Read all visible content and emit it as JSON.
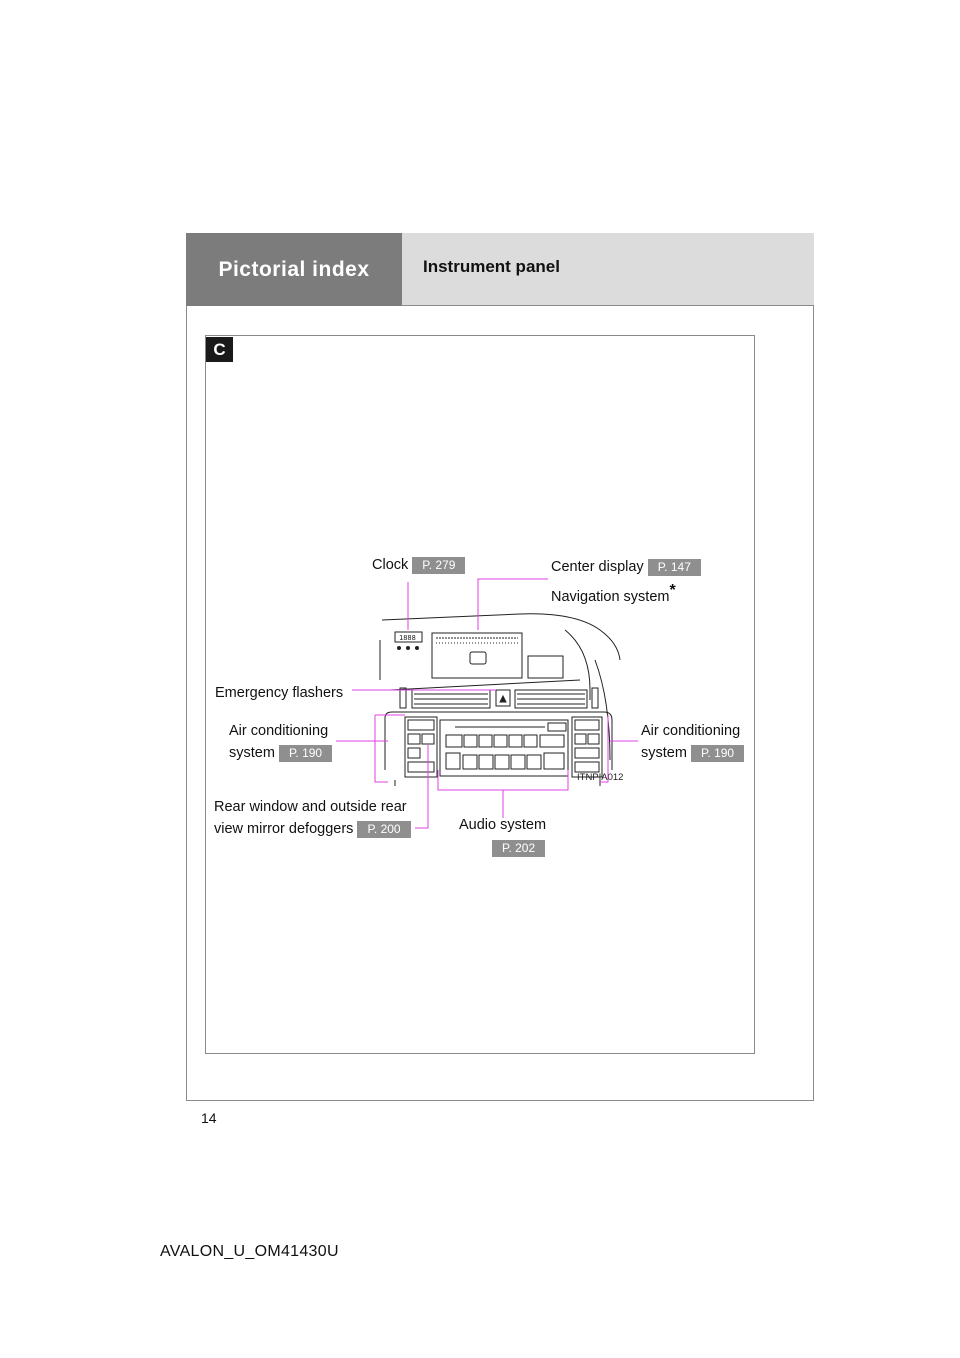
{
  "header": {
    "section_title": "Pictorial index",
    "page_title": "Instrument panel"
  },
  "figure": {
    "section_letter": "C",
    "image_code": "ITNPIA012",
    "labels": {
      "clock": {
        "text": "Clock",
        "ref": "P. 279"
      },
      "center_display": {
        "text": "Center display",
        "ref": "P. 147"
      },
      "navigation": {
        "text": "Navigation system",
        "mark": "*"
      },
      "emergency_flashers": {
        "text": "Emergency flashers"
      },
      "ac_left": {
        "line1": "Air conditioning",
        "line2": "system",
        "ref": "P. 190"
      },
      "ac_right": {
        "line1": "Air conditioning",
        "line2": "system",
        "ref": "P. 190"
      },
      "defoggers": {
        "line1": "Rear window and outside rear",
        "line2": "view mirror defoggers",
        "ref": "P. 200"
      },
      "audio": {
        "text": "Audio system",
        "ref": "P. 202"
      }
    }
  },
  "footer": {
    "page_number": "14",
    "doc_code": "AVALON_U_OM41430U"
  },
  "colors": {
    "leader_line": "#e040e0",
    "header_dark": "#7c7c7c",
    "header_light": "#dcdcdc",
    "ref_badge": "#8f8f8f"
  }
}
